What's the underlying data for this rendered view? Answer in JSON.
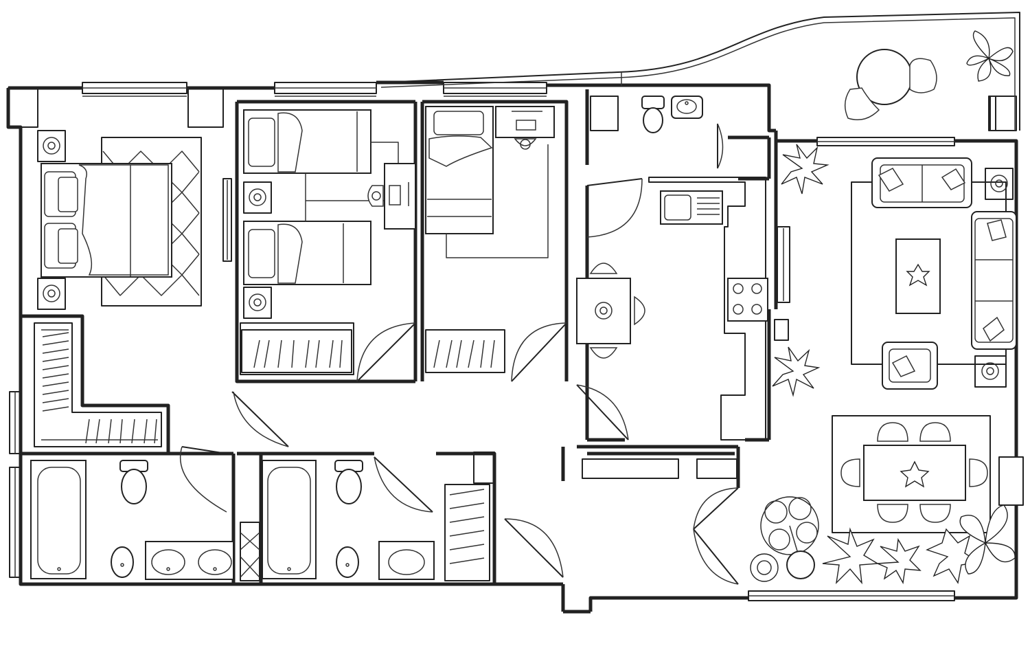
{
  "title": "",
  "rooms": [
    {
      "id": "master-bedroom",
      "type": "bedroom"
    },
    {
      "id": "walk-in-closet",
      "type": "closet"
    },
    {
      "id": "twin-bedroom",
      "type": "bedroom"
    },
    {
      "id": "single-bedroom",
      "type": "bedroom"
    },
    {
      "id": "wc",
      "type": "toilet"
    },
    {
      "id": "kitchen",
      "type": "kitchen"
    },
    {
      "id": "bathroom-1",
      "type": "bathroom"
    },
    {
      "id": "bathroom-2",
      "type": "bathroom"
    },
    {
      "id": "hall-closet",
      "type": "closet"
    },
    {
      "id": "hallway",
      "type": "corridor"
    },
    {
      "id": "entry",
      "type": "entrance"
    },
    {
      "id": "living-room",
      "type": "living"
    },
    {
      "id": "dining-area",
      "type": "dining"
    },
    {
      "id": "balcony",
      "type": "terrace"
    }
  ],
  "icons": [
    "bed-icon",
    "nightstand-lamp-icon",
    "rug-icon",
    "wardrobe-icon",
    "desk-icon",
    "chair-icon",
    "toilet-icon",
    "sink-icon",
    "bathtub-icon",
    "bidet-icon",
    "stove-icon",
    "dining-table-icon",
    "sofa-icon",
    "armchair-icon",
    "coffee-table-icon",
    "plant-icon",
    "door-swing-icon",
    "window-icon",
    "radiator-icon"
  ],
  "colors": {
    "line": "#222222",
    "background": "#ffffff"
  }
}
